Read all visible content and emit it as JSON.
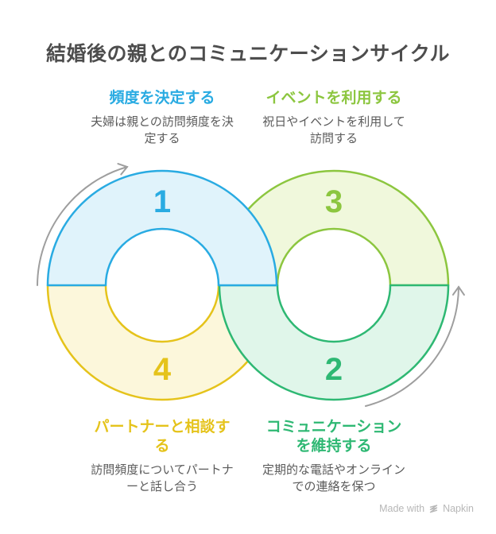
{
  "title": "結婚後の親とのコミュニケーションサイクル",
  "diagram": {
    "type": "cycle",
    "steps": [
      {
        "number": "1",
        "label": "頻度を決定する",
        "description": "夫婦は親との訪問頻度を決定する",
        "color": "#29ABE2",
        "fill": "#E0F3FB",
        "position": "top-left"
      },
      {
        "number": "2",
        "label": "コミュニケーションを維持する",
        "description": "定期的な電話やオンラインでの連絡を保つ",
        "color": "#2EB873",
        "fill": "#E0F6EA",
        "position": "bottom-right"
      },
      {
        "number": "3",
        "label": "イベントを利用する",
        "description": "祝日やイベントを利用して訪問する",
        "color": "#8CC63F",
        "fill": "#F0F8DC",
        "position": "top-right"
      },
      {
        "number": "4",
        "label": "パートナーと相談する",
        "description": "訪問頻度についてパートナーと話し合う",
        "color": "#E5C31B",
        "fill": "#FCF7DB",
        "position": "bottom-left"
      }
    ]
  },
  "colors": {
    "title_text": "#4D4D4D",
    "description_text": "#5B5B5B",
    "arrow": "#9E9E9E",
    "footer_text": "#B7B7B7",
    "background": "#FFFFFF"
  },
  "footer": {
    "made_with": "Made with",
    "brand": "Napkin"
  }
}
